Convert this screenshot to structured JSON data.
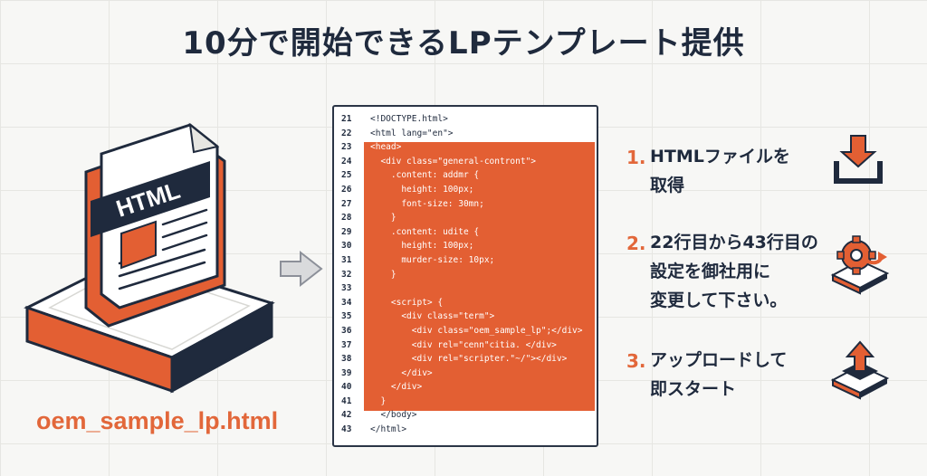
{
  "title": "10分で開始できるLPテンプレート提供",
  "file": {
    "badge": "HTML",
    "name": "oem_sample_lp.html"
  },
  "colors": {
    "accent": "#e35f33",
    "navy": "#1f2a3d",
    "background": "#f7f7f5"
  },
  "code": {
    "highlight_range": "23-41",
    "lines": [
      {
        "num": "21",
        "text": "<!DOCTYPE.html>"
      },
      {
        "num": "22",
        "text": "<html lang=\"en\">"
      },
      {
        "num": "23",
        "text": "<head>"
      },
      {
        "num": "24",
        "text": "  <div class=\"general-contront\">"
      },
      {
        "num": "25",
        "text": "    .content: addmr {"
      },
      {
        "num": "26",
        "text": "      height: 100px;"
      },
      {
        "num": "27",
        "text": "      font-size: 30mn;"
      },
      {
        "num": "28",
        "text": "    }"
      },
      {
        "num": "29",
        "text": "    .content: udite {"
      },
      {
        "num": "30",
        "text": "      height: 100px;"
      },
      {
        "num": "31",
        "text": "      murder-size: 10px;"
      },
      {
        "num": "32",
        "text": "    }"
      },
      {
        "num": "33",
        "text": ""
      },
      {
        "num": "34",
        "text": "    <script> {"
      },
      {
        "num": "35",
        "text": "      <div class=\"term\">"
      },
      {
        "num": "36",
        "text": "        <div class=\"oem_sample_lp\";</div>"
      },
      {
        "num": "37",
        "text": "        <div rel=\"cenn\"citia. </div>"
      },
      {
        "num": "38",
        "text": "        <div rel=\"scripter.\"~/\"></div>"
      },
      {
        "num": "39",
        "text": "      </div>"
      },
      {
        "num": "40",
        "text": "    </div>"
      },
      {
        "num": "41",
        "text": "  }"
      },
      {
        "num": "42",
        "text": "  </body>"
      },
      {
        "num": "43",
        "text": "</html>"
      }
    ]
  },
  "steps": [
    {
      "num": "1.",
      "line1": "HTMLファイルを",
      "line2": "取得",
      "line3": "",
      "icon": "download-icon"
    },
    {
      "num": "2.",
      "line1": "22行目から43行目の",
      "line2": "設定を御社用に",
      "line3": "変更して下さい。",
      "icon": "settings-gear-icon"
    },
    {
      "num": "3.",
      "line1": "アップロードして",
      "line2": "即スタート",
      "line3": "",
      "icon": "upload-icon"
    }
  ]
}
